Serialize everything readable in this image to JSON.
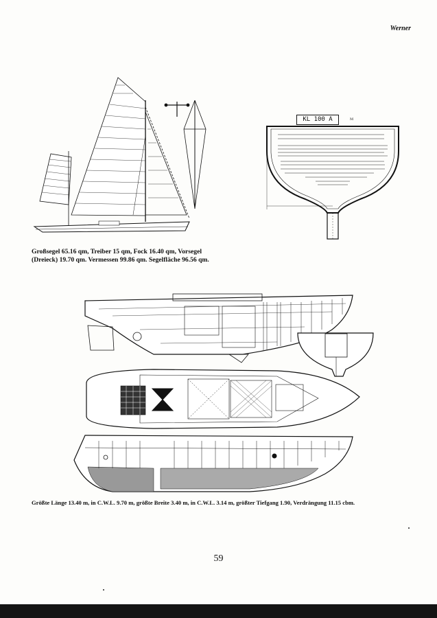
{
  "header": {
    "author": "Werner"
  },
  "sail_plan": {
    "caption_line1": "Großsegel 65.16 qm,   Treiber 15 qm,   Fock 16.40 qm,   Vorsegel",
    "caption_line2": "(Dreieck) 19.70 qm.   Vermessen 99.86 qm.   Segelfläche 96.56 qm."
  },
  "midship_section": {
    "title": "KL 100 A"
  },
  "interior_plan": {
    "caption": "Größte Länge 13.40 m, in C.W.L. 9.70 m, größte Breite 3.40 m, in C.W.L. 3.14 m, größter Tiefgang 1.90, Verdrängung 11.15 cbm."
  },
  "footer": {
    "page_number": "59"
  }
}
